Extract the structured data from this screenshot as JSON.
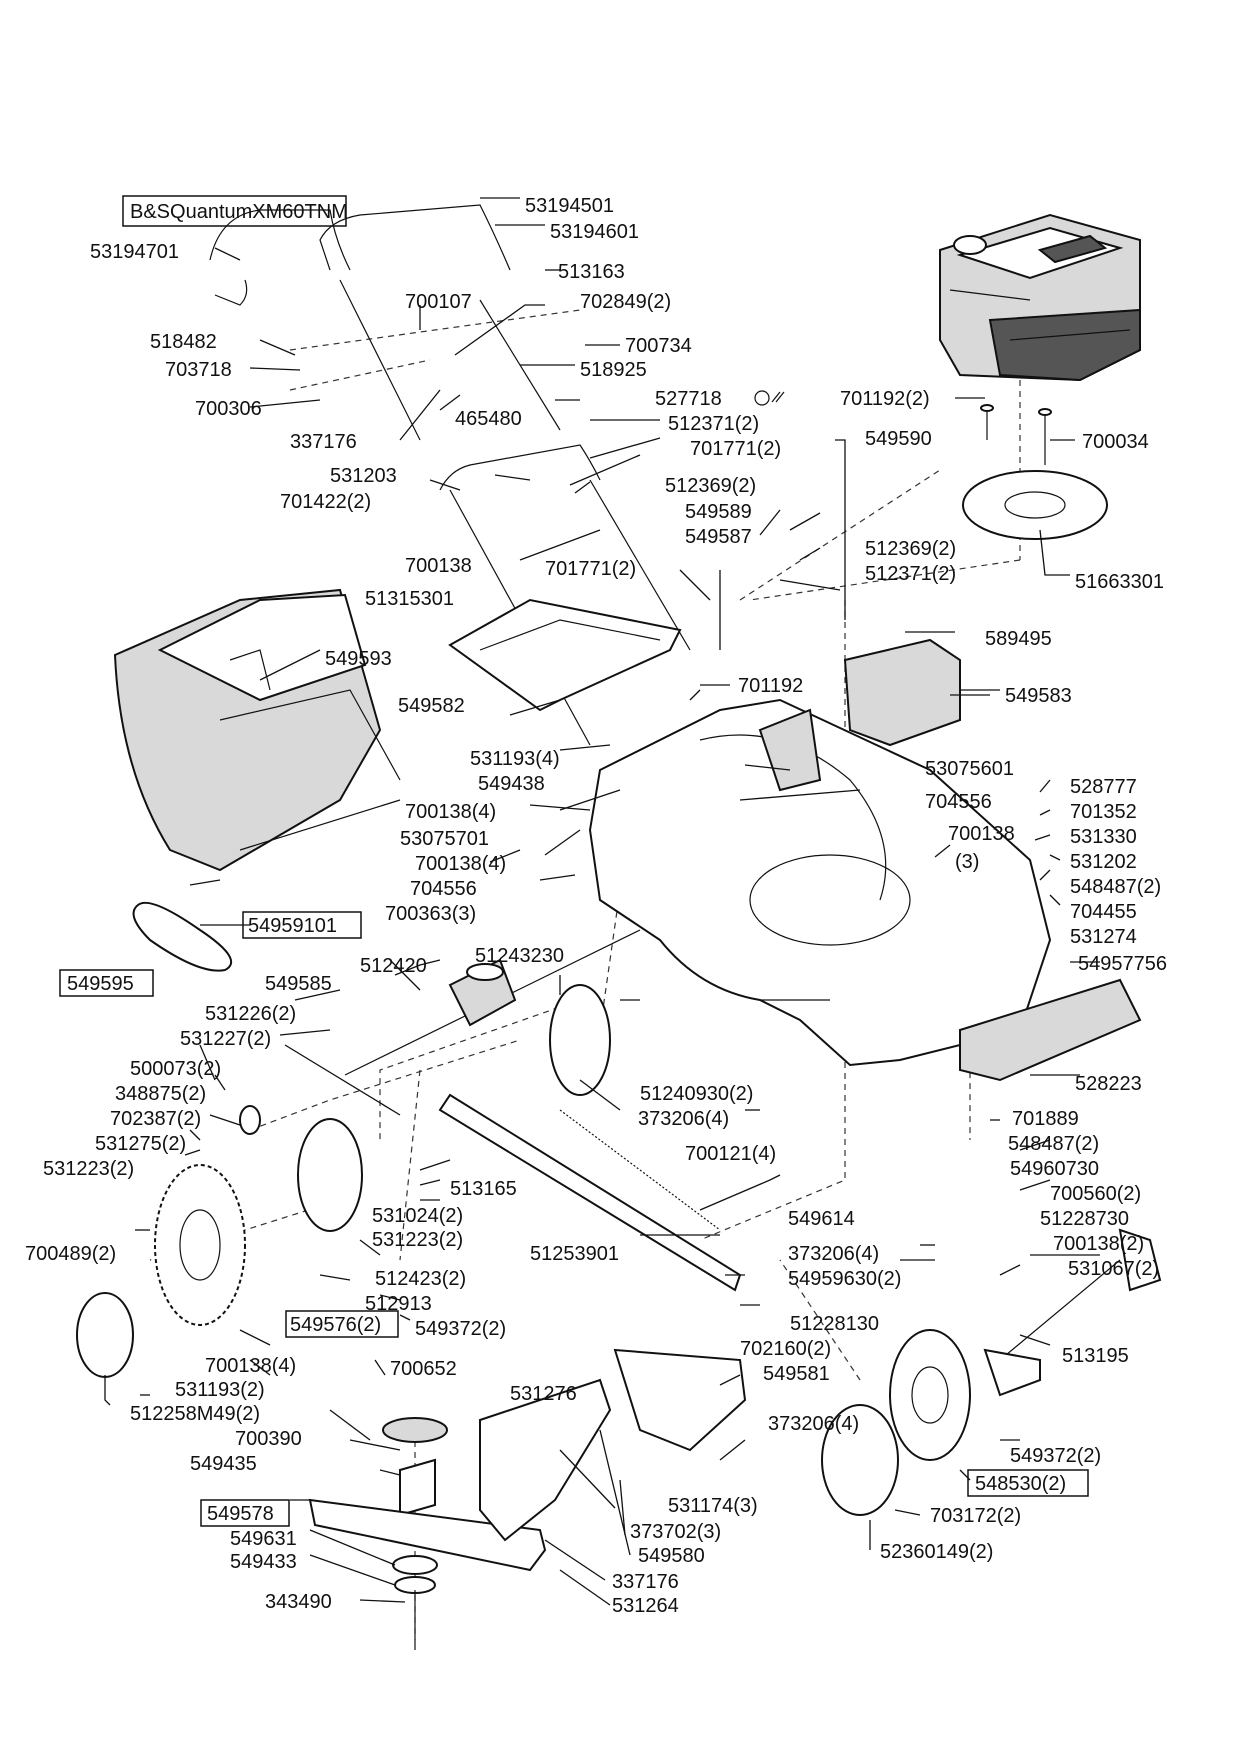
{
  "engine_model": "B&SQuantumXM60TNM",
  "part_numbers": {
    "p53194501": "53194501",
    "p53194601": "53194601",
    "p53194701": "53194701",
    "p513163": "513163",
    "p700107": "700107",
    "p702849": "702849(2)",
    "p518482": "518482",
    "p700734": "700734",
    "p703718": "703718",
    "p518925": "518925",
    "p700306": "700306",
    "p527718": "527718",
    "p337176_top": "337176",
    "p465480": "465480",
    "p512371_a": "512371(2)",
    "p701771_a": "701771(2)",
    "p701192_2": "701192(2)",
    "p549590": "549590",
    "p700034": "700034",
    "p531203": "531203",
    "p512369_a": "512369(2)",
    "p701422": "701422(2)",
    "p549589": "549589",
    "p549587": "549587",
    "p512369_b": "512369(2)",
    "p700138_a": "700138",
    "p701771_b": "701771(2)",
    "p512371_b": "512371(2)",
    "p51663301": "51663301",
    "p51315301": "51315301",
    "p549593": "549593",
    "p589495": "589495",
    "p549582": "549582",
    "p701192": "701192",
    "p549583": "549583",
    "p531193_4": "531193(4)",
    "p53075601": "53075601",
    "p549438": "549438",
    "p704556_a": "704556",
    "p528777": "528777",
    "p700138_4a": "700138(4)",
    "p700138_3a": "700138",
    "p700138_3b": "(3)",
    "p701352": "701352",
    "p53075701": "53075701",
    "p531330": "531330",
    "p700138_4b": "700138(4)",
    "p531202": "531202",
    "p704556_b": "704556",
    "p548487_a": "548487(2)",
    "p700363": "700363(3)",
    "p704455": "704455",
    "p54959101": "54959101",
    "p531274": "531274",
    "p512420": "512420",
    "p51243230": "51243230",
    "p54957756": "54957756",
    "p549595": "549595",
    "p549585": "549585",
    "p531226": "531226(2)",
    "p531227": "531227(2)",
    "p500073": "500073(2)",
    "p51240930": "51240930(2)",
    "p528223": "528223",
    "p348875": "348875(2)",
    "p373206_a": "373206(4)",
    "p702387": "702387(2)",
    "p701889": "701889",
    "p531275": "531275(2)",
    "p700121": "700121(4)",
    "p548487_b": "548487(2)",
    "p531223_a": "531223(2)",
    "p513165": "513165",
    "p54960730": "54960730",
    "p531024": "531024(2)",
    "p700560": "700560(2)",
    "p531223_b": "531223(2)",
    "p51228730": "51228730",
    "p549614": "549614",
    "p700138_2": "700138(2)",
    "p700489": "700489(2)",
    "p51253901": "51253901",
    "p373206_b": "373206(4)",
    "p531067": "531067(2)",
    "p512423": "512423(2)",
    "p54959630": "54959630(2)",
    "p512913": "512913",
    "p549372_a": "549372(2)",
    "p51228130": "51228130",
    "p549576": "549576(2)",
    "p702160": "702160(2)",
    "p700138_4c": "700138(4)",
    "p513195": "513195",
    "p700652": "700652",
    "p549581": "549581",
    "p531193_2": "531193(2)",
    "p531276": "531276",
    "p512258M49": "512258M49(2)",
    "p373206_c": "373206(4)",
    "p700390": "700390",
    "p549372_b": "549372(2)",
    "p549435": "549435",
    "p548530": "548530(2)",
    "p549578": "549578",
    "p531174": "531174(3)",
    "p703172": "703172(2)",
    "p549631": "549631",
    "p373702": "373702(3)",
    "p52360149": "52360149(2)",
    "p549433": "549433",
    "p549580": "549580",
    "p337176_bot": "337176",
    "p343490": "343490",
    "p531264": "531264"
  }
}
